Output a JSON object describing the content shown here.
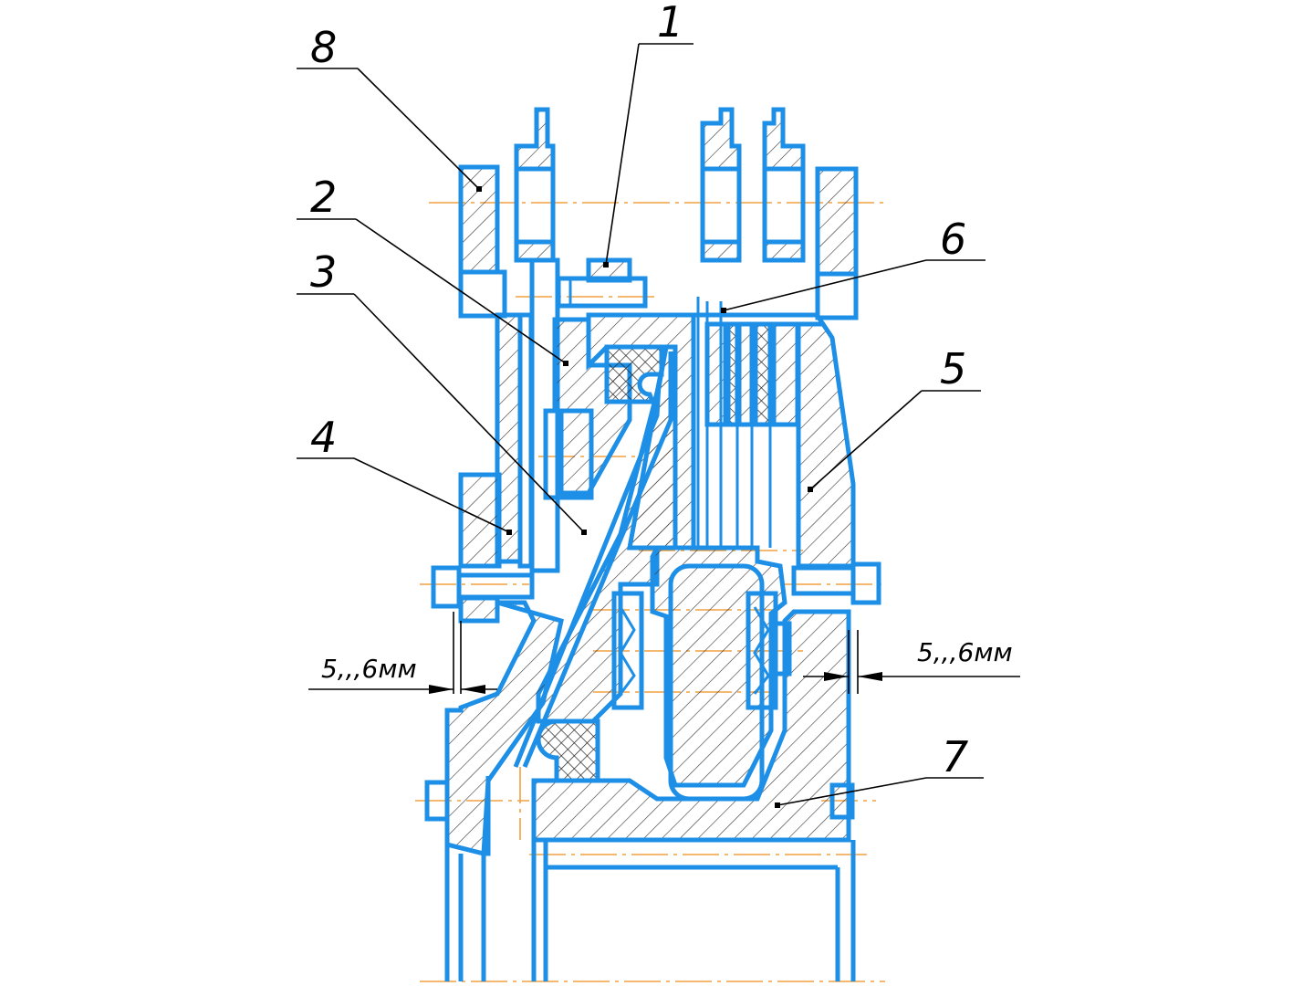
{
  "callouts": [
    {
      "id": "1",
      "label": "1"
    },
    {
      "id": "2",
      "label": "2"
    },
    {
      "id": "3",
      "label": "3"
    },
    {
      "id": "4",
      "label": "4"
    },
    {
      "id": "5",
      "label": "5"
    },
    {
      "id": "6",
      "label": "6"
    },
    {
      "id": "7",
      "label": "7"
    },
    {
      "id": "8",
      "label": "8"
    }
  ],
  "dimensions": {
    "gap_left": "5,,,6мм",
    "gap_right": "5,,,6мм"
  },
  "colors": {
    "contour": "#1e8fe6",
    "axis": "#f0a040",
    "leader": "#000000"
  }
}
